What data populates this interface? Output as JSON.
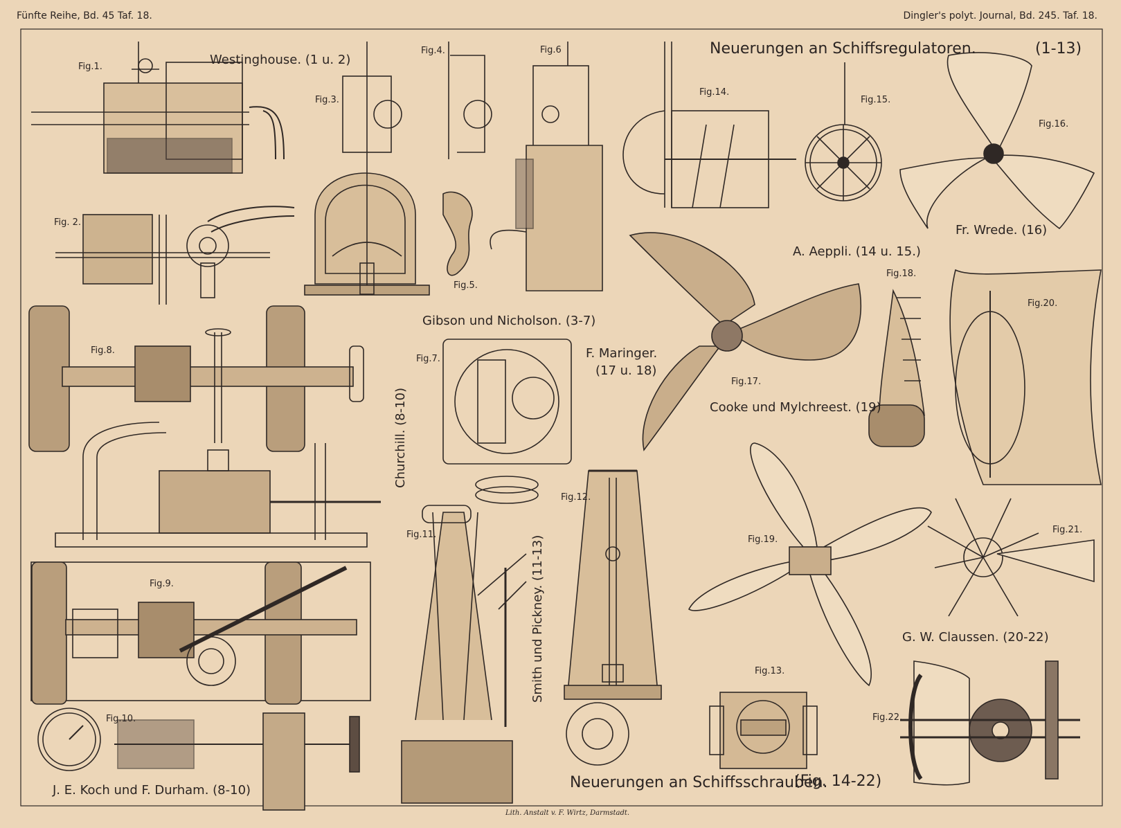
{
  "header": {
    "left": "Fünfte Reihe, Bd. 45 Taf. 18.",
    "right": "Dingler's polyt. Journal, Bd. 245. Taf. 18."
  },
  "titles": {
    "regulators": "Neuerungen an Schiffsregulatoren.",
    "regulators_range": "(1-13)",
    "propellers": "Neuerungen an Schiffsschrauben.",
    "propellers_range": "(Fig. 14-22)"
  },
  "authors": {
    "westinghouse": "Westinghouse. (1 u. 2)",
    "gibson": "Gibson und Nicholson. (3-7)",
    "churchill": "Churchill. (8-10)",
    "koch": "J. E. Koch und F. Durham. (8-10)",
    "smith": "Smith und Pickney. (11-13)",
    "aeppli": "A. Aeppli. (14 u. 15.)",
    "wrede": "Fr. Wrede. (16)",
    "maringer": "F. Maringer.",
    "maringer_range": "(17 u. 18)",
    "cooke": "Cooke und Mylchreest. (19)",
    "claussen": "G. W. Claussen. (20-22)"
  },
  "figures": {
    "f1": "Fig.1.",
    "f2": "Fig. 2.",
    "f3": "Fig.3.",
    "f4": "Fig.4.",
    "f5": "Fig.5.",
    "f6": "Fig.6",
    "f7": "Fig.7.",
    "f8": "Fig.8.",
    "f9": "Fig.9.",
    "f10": "Fig.10.",
    "f11": "Fig.11.",
    "f12": "Fig.12.",
    "f13": "Fig.13.",
    "f14": "Fig.14.",
    "f15": "Fig.15.",
    "f16": "Fig.16.",
    "f17": "Fig.17.",
    "f18": "Fig.18.",
    "f19": "Fig.19.",
    "f20": "Fig.20.",
    "f21": "Fig.21.",
    "f22": "Fig.22."
  },
  "imprint": "Lith. Anstalt v. F. Wirtz, Darmstadt."
}
